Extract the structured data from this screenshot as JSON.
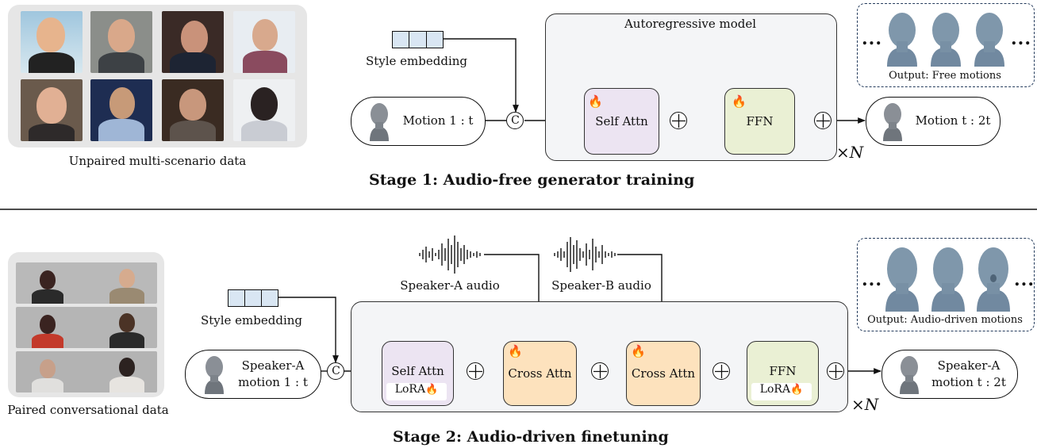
{
  "stage1": {
    "title": "Stage 1: Audio-free generator training",
    "data_caption": "Unpaired multi-scenario data",
    "style_embedding": "Style embedding",
    "concat_symbol": "C",
    "input_label": "Motion 1 : t",
    "model_title": "Autoregressive model",
    "self_attn": "Self Attn",
    "ffn": "FFN",
    "repeat": "×N",
    "output_label": "Motion t : 2t",
    "output_caption": "Output: Free motions",
    "ellipsis": "..."
  },
  "stage2": {
    "title": "Stage 2: Audio-driven finetuning",
    "data_caption": "Paired conversational data",
    "style_embedding": "Style embedding",
    "concat_symbol": "C",
    "input_label_line1": "Speaker-A",
    "input_label_line2": "motion 1 : t",
    "speaker_a_audio": "Speaker-A audio",
    "speaker_b_audio": "Speaker-B audio",
    "self_attn": "Self Attn",
    "cross_attn_1": "Cross Attn",
    "cross_attn_2": "Cross Attn",
    "ffn": "FFN",
    "lora_1": "LoRA",
    "lora_2": "LoRA",
    "repeat": "×N",
    "output_label_line1": "Speaker-A",
    "output_label_line2": "motion t : 2t",
    "output_caption": "Output: Audio-driven motions",
    "ellipsis": "..."
  },
  "icons": {
    "flame": "🔥",
    "trainable": "flame-icon",
    "bust": "head-bust-icon",
    "waveform": "waveform-icon"
  },
  "colors": {
    "self_attn": "#ece4f2",
    "ffn": "#eaf0d4",
    "cross_attn": "#fde2bd",
    "model_bg": "#f4f5f7",
    "embedding": "#d9e6f3",
    "bust": "#7f97ab"
  }
}
